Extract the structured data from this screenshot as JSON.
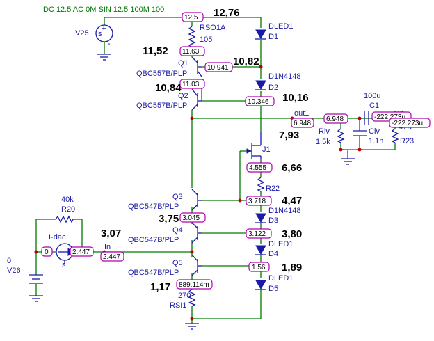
{
  "source": {
    "spec": "DC 12.5 AC 0M SIN 12.5 100M 100",
    "name": "V25"
  },
  "v26": {
    "value": "0",
    "name": "V26"
  },
  "idac": {
    "name": "I-dac",
    "r_value": "40k",
    "r_name": "R20"
  },
  "node_in": "In",
  "node_out1": "out1",
  "node_out": "out",
  "components": {
    "rso": {
      "name": "RSO1A",
      "value": "105"
    },
    "q1": {
      "name": "Q1",
      "model": "QBC557B/PLP"
    },
    "q2": {
      "name": "Q2",
      "model": "QBC557B/PLP"
    },
    "q3": {
      "name": "Q3",
      "model": "QBC547B/PLP"
    },
    "q4": {
      "name": "Q4",
      "model": "QBC547B/PLP"
    },
    "q5": {
      "name": "Q5",
      "model": "QBC547B/PLP"
    },
    "d1": {
      "model": "DLED1",
      "name": "D1"
    },
    "d2": {
      "model": "D1N4148",
      "name": "D2"
    },
    "d3": {
      "model": "D1N4148",
      "name": "D3"
    },
    "d4": {
      "model": "DLED1",
      "name": "D4"
    },
    "d5": {
      "model": "DLED1",
      "name": "D5"
    },
    "j1": {
      "name": "J1"
    },
    "r22": {
      "name": "R22"
    },
    "rsi": {
      "value": "270",
      "name": "RSI1"
    },
    "c1": {
      "value": "100u",
      "name": "C1"
    },
    "riv": {
      "name": "Riv",
      "value": "1.5k"
    },
    "civ": {
      "name": "Civ",
      "value": "1.1n"
    },
    "r23": {
      "value": "47K",
      "name": "R23"
    }
  },
  "voltage_tags": {
    "t1": "12.5",
    "t2": "11.63",
    "t3": "10.941",
    "t4": "11.03",
    "t5": "10.346",
    "t6": "6.948",
    "t7": "6.948",
    "t8": "-222.273u",
    "t9": "-222.273u",
    "t10": "4.555",
    "t11": "3.718",
    "t12": "3.045",
    "t13": "3.122",
    "t14": "0",
    "t15": "2.447",
    "t16": "2.447",
    "t17": "1.56",
    "t18": "889.114m"
  },
  "annotations": {
    "a1": "12,76",
    "a2": "11,52",
    "a3": "10,82",
    "a4": "10,84",
    "a5": "10,16",
    "a6": "7,93",
    "a7": "6,66",
    "a8": "4,47",
    "a9": "3,75",
    "a10": "3,80",
    "a11": "3,07",
    "a12": "1,89",
    "a13": "1,17"
  }
}
